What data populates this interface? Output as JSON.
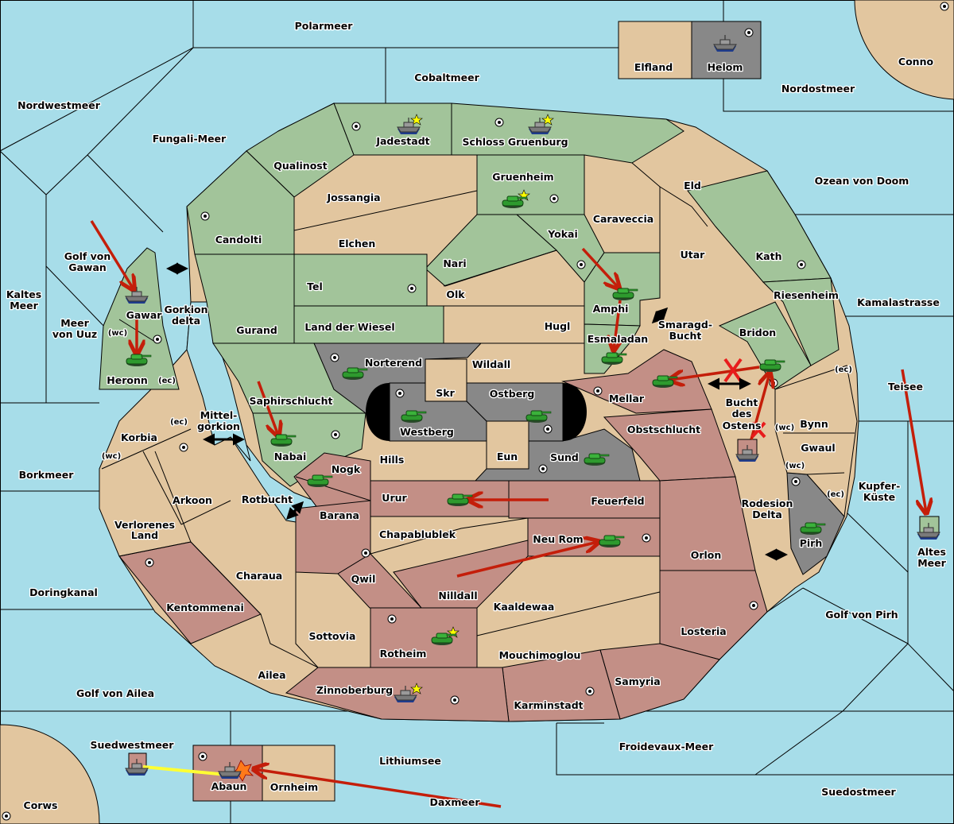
{
  "map": {
    "colors": {
      "sea": "#a7dde9",
      "neutral": "#e2c69f",
      "green_power": "#a2c49a",
      "red_power": "#c38f86",
      "grey_power": "#888888",
      "impassable": "#000000",
      "order_arrow": "#c41e0a",
      "support_line": "#ffff33",
      "tank": "#2e9a2e",
      "star": "#ffff00"
    },
    "seas": [
      {
        "id": "polarmeer",
        "name": "Polarmeer"
      },
      {
        "id": "cobaltmeer",
        "name": "Cobaltmeer"
      },
      {
        "id": "nordwestmeer",
        "name": "Nordwestmeer"
      },
      {
        "id": "fungali",
        "name": "Fungali-Meer"
      },
      {
        "id": "nordostmeer",
        "name": "Nordostmeer"
      },
      {
        "id": "ozean-von-doom",
        "name": "Ozean von Doom"
      },
      {
        "id": "kamalastrasse",
        "name": "Kamalastrasse"
      },
      {
        "id": "teisee",
        "name": "Teisee"
      },
      {
        "id": "kupfer-kueste",
        "name": "Kupfer-\nKüste",
        "line1": "Kupfer-",
        "line2": "Küste"
      },
      {
        "id": "altes-meer",
        "name": "Altes Meer",
        "line1": "Altes",
        "line2": "Meer"
      },
      {
        "id": "golf-von-pirh",
        "name": "Golf von Pirh"
      },
      {
        "id": "suedostmeer",
        "name": "Suedostmeer"
      },
      {
        "id": "froidevaux",
        "name": "Froidevaux-Meer"
      },
      {
        "id": "lithiumsee",
        "name": "Lithiumsee"
      },
      {
        "id": "daxmeer",
        "name": "Daxmeer"
      },
      {
        "id": "suedwestmeer",
        "name": "Suedwestmeer"
      },
      {
        "id": "golf-von-ailea",
        "name": "Golf von Ailea"
      },
      {
        "id": "doringkanal",
        "name": "Doringkanal"
      },
      {
        "id": "borkmeer",
        "name": "Borkmeer"
      },
      {
        "id": "kaltes-meer",
        "name": "Kaltes Meer",
        "line1": "Kaltes",
        "line2": "Meer"
      },
      {
        "id": "meer-von-uuz",
        "name": "Meer von Uuz",
        "line1": "Meer",
        "line2": "von Uuz"
      },
      {
        "id": "golf-von-gawan",
        "name": "Golf von Gawan",
        "line1": "Golf von",
        "line2": "Gawan"
      },
      {
        "id": "gorkion-delta",
        "name": "Gorkion delta",
        "line1": "Gorkion",
        "line2": "delta"
      },
      {
        "id": "mittelgorkion",
        "name": "Mittelgorkion",
        "line1": "Mittel-",
        "line2": "gorkion"
      },
      {
        "id": "rotbucht",
        "name": "Rotbucht"
      },
      {
        "id": "smaragd-bucht",
        "name": "Smaragd-Bucht",
        "line1": "Smaragd-",
        "line2": "Bucht"
      },
      {
        "id": "bucht-des-ostens",
        "name": "Bucht des Ostens",
        "line1": "Bucht",
        "line2": "des",
        "line3": "Ostens"
      },
      {
        "id": "rodesion-delta",
        "name": "Rodesion Delta",
        "line1": "Rodesion",
        "line2": "Delta"
      }
    ],
    "territories": {
      "elfland": "Elfland",
      "helom": "Helom",
      "conno": "Conno",
      "corws": "Corws",
      "jadestadt": "Jadestadt",
      "schloss": "Schloss Gruenburg",
      "qualinost": "Qualinost",
      "candolti": "Candolti",
      "jossangia": "Jossangia",
      "elchen": "Elchen",
      "gruenheim": "Gruenheim",
      "caraveccia": "Caraveccia",
      "eld": "Eld",
      "yokai": "Yokai",
      "nari": "Nari",
      "olk": "Olk",
      "tel": "Tel",
      "land-der-wiesel": "Land der Wiesel",
      "gurand": "Gurand",
      "hugl": "Hugl",
      "utar": "Utar",
      "kath": "Kath",
      "riesenheim": "Riesenheim",
      "bridon": "Bridon",
      "amphi": "Amphi",
      "esmaladan": "Esmaladan",
      "gawar": "Gawar",
      "heronn": "Heronn",
      "norterend": "Norterend",
      "wildall": "Wildall",
      "skr": "Skr",
      "ostberg": "Ostberg",
      "westberg": "Westberg",
      "eun": "Eun",
      "sund": "Sund",
      "hills": "Hills",
      "saphirschlucht": "Saphirschlucht",
      "nabai": "Nabai",
      "nogk": "Nogk",
      "barana": "Barana",
      "mellar": "Mellar",
      "obstschlucht": "Obstschlucht",
      "urur": "Urur",
      "feuerfeld": "Feuerfeld",
      "chapablublek": "Chapablublek",
      "neu-rom": "Neu Rom",
      "qwil": "Qwil",
      "nilldall": "Nilldall",
      "kaaldewaa": "Kaaldewaa",
      "rotheim": "Rotheim",
      "mouchimoglou": "Mouchimoglou",
      "sottovia": "Sottovia",
      "zinnoberburg": "Zinnoberburg",
      "karminstadt": "Karminstadt",
      "samyria": "Samyria",
      "losteria": "Losteria",
      "orlon": "Orlon",
      "korbia": "Korbia",
      "arkoon": "Arkoon",
      "verlorenes-land": "Verlorenes Land",
      "charaua": "Charaua",
      "kentommenai": "Kentommenai",
      "ailea": "Ailea",
      "bynn": "Bynn",
      "gwaul": "Gwaul",
      "pirh": "Pirh",
      "rodesion": "Rodesion Delta",
      "abaun": "Abaun",
      "ornheim": "Ornheim",
      "verlorenes1": "Verlorenes",
      "verlorenes2": "Land"
    },
    "coast_labels": {
      "wc": "(wc)",
      "ec": "(ec)"
    },
    "units": [
      {
        "type": "fleet",
        "location": "Jadestadt",
        "home": true
      },
      {
        "type": "fleet",
        "location": "Schloss Gruenburg",
        "home": true
      },
      {
        "type": "army",
        "location": "Gruenheim",
        "home": true
      },
      {
        "type": "fleet",
        "location": "Helom"
      },
      {
        "type": "fleet",
        "location": "Golf von Gawan"
      },
      {
        "type": "army",
        "location": "Heronn"
      },
      {
        "type": "army",
        "location": "Nabai"
      },
      {
        "type": "army",
        "location": "Norterend"
      },
      {
        "type": "army",
        "location": "Westberg"
      },
      {
        "type": "army",
        "location": "Ostberg"
      },
      {
        "type": "army",
        "location": "Sund"
      },
      {
        "type": "army",
        "location": "Nogk"
      },
      {
        "type": "army",
        "location": "Urur"
      },
      {
        "type": "army",
        "location": "Neu Rom"
      },
      {
        "type": "army",
        "location": "Rotheim",
        "home": true
      },
      {
        "type": "fleet",
        "location": "Zinnoberburg",
        "home": true
      },
      {
        "type": "army",
        "location": "Amphi"
      },
      {
        "type": "army",
        "location": "Esmaladan"
      },
      {
        "type": "army",
        "location": "Mellar"
      },
      {
        "type": "army",
        "location": "Bridon"
      },
      {
        "type": "fleet",
        "location": "Bucht des Ostens"
      },
      {
        "type": "army",
        "location": "Pirh"
      },
      {
        "type": "fleet",
        "location": "Altes Meer"
      },
      {
        "type": "fleet",
        "location": "Suedwestmeer"
      },
      {
        "type": "fleet",
        "location": "Abaun",
        "dislodged": true
      }
    ]
  }
}
